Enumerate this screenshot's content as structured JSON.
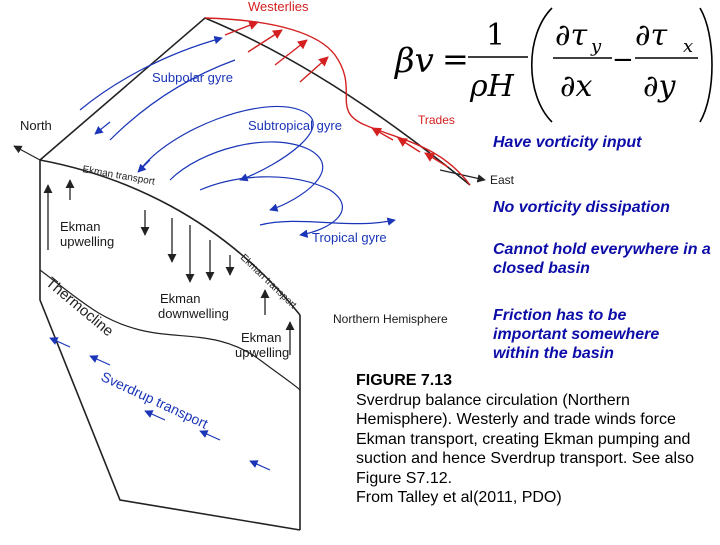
{
  "diagram": {
    "labels": {
      "westerlies": "Westerlies",
      "trades": "Trades",
      "north": "North",
      "east": "East",
      "subpolar_gyre": "Subpolar gyre",
      "subtropical_gyre": "Subtropical gyre",
      "tropical_gyre": "Tropical gyre",
      "ekman_transport_1": "Ekman transport",
      "ekman_transport_2": "Ekman transport",
      "ekman_upwelling_1": [
        "Ekman",
        "upwelling"
      ],
      "ekman_downwelling": [
        "Ekman",
        "downwelling"
      ],
      "ekman_upwelling_2": [
        "Ekman",
        "upwelling"
      ],
      "thermocline": "Thermocline",
      "sverdrup_transport": "Sverdrup transport",
      "northern_hemisphere": "Northern Hemisphere"
    },
    "colors": {
      "blue": "#1a35b8",
      "red": "#d42020",
      "outline": "#222222",
      "note": "#0c0ca8"
    }
  },
  "equation": {
    "lhs": "βv",
    "equals": "=",
    "numerator": "1",
    "denominator": "ρH",
    "dtau_y": "∂τ",
    "sub_y": "y",
    "dx": "∂x",
    "minus": "−",
    "dtau_x": "∂τ",
    "sub_x": "x",
    "dy": "∂y"
  },
  "notes": [
    "Have vorticity input",
    "No vorticity dissipation",
    "Cannot hold everywhere in a closed basin",
    "Friction has to be important somewhere within the basin"
  ],
  "caption": {
    "title": "FIGURE 7.13",
    "body": "Sverdrup balance circulation (Northern Hemisphere). Westerly and trade winds force Ekman transport, creating Ekman pumping and suction and hence Sverdrup transport. See also Figure S7.12.",
    "source": "From Talley et al(2011, PDO)"
  }
}
